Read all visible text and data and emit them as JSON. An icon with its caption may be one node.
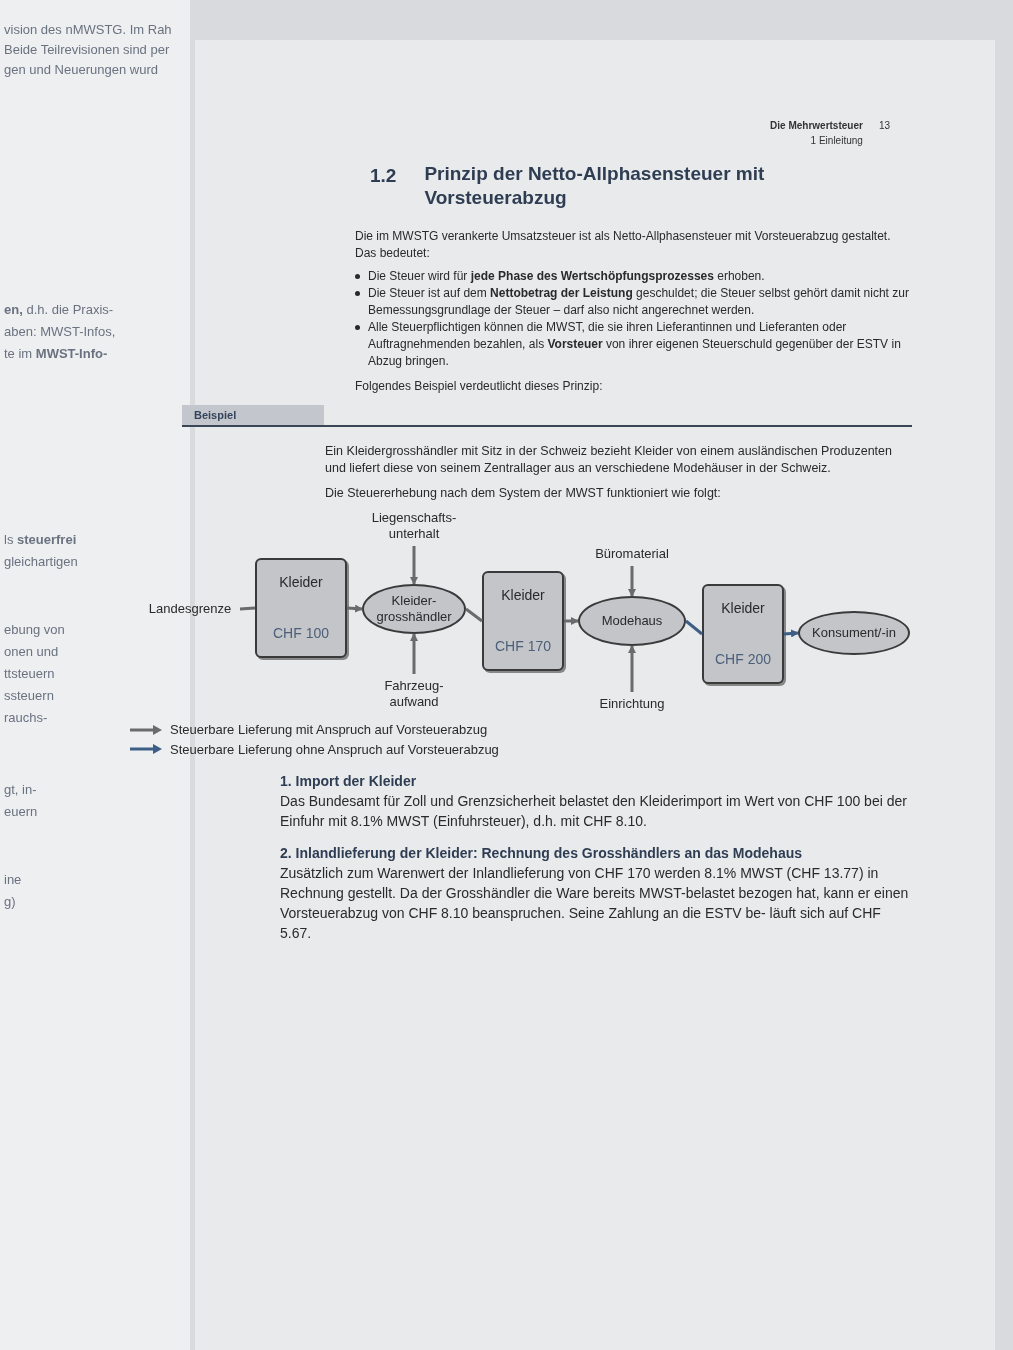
{
  "diagram": {
    "title": "Prinzip der Netto-Allphasensteuer mit Vorsteuerabzug",
    "nodes": [
      {
        "text": [
          "Landesgrenze"
        ]
      },
      {
        "text": [
          "Kleider",
          "CHF 100"
        ]
      },
      {
        "text": [
          "Kleider- grosshändler"
        ]
      },
      {
        "text": [
          "Kleider",
          "CHF 170"
        ]
      },
      {
        "text": [
          "Modehaus"
        ]
      },
      {
        "text": [
          "Kleider",
          "CHF 200"
        ]
      },
      {
        "text": [
          "Konsument/-in"
        ]
      },
      {
        "text": [
          "Liegenschafts- unterhalt"
        ]
      },
      {
        "text": [
          "Fahrzeug- aufwand"
        ]
      },
      {
        "text": [
          "Büromaterial"
        ]
      },
      {
        "text": [
          "Einrichtung"
        ]
      }
    ],
    "edges": [
      {
        "from": 0,
        "to": 1,
        "arrow": "none"
      },
      {
        "from": 1,
        "to": 2,
        "arrow": "to"
      },
      {
        "from": 2,
        "to": 3,
        "arrow": "none"
      },
      {
        "from": 3,
        "to": 4,
        "arrow": "to"
      },
      {
        "from": 4,
        "to": 5,
        "arrow": "none",
        "color": "#3d5f86"
      },
      {
        "from": 5,
        "to": 6,
        "arrow": "to",
        "color": "#3d5f86"
      },
      {
        "from": 7,
        "to": 2,
        "arrow": "to"
      },
      {
        "from": 8,
        "to": 2,
        "arrow": "to"
      },
      {
        "from": 9,
        "to": 4,
        "arrow": "to"
      },
      {
        "from": 10,
        "to": 4,
        "arrow": "to"
      }
    ],
    "labels": [
      "vision des nMWSTG. Im Rah",
      "Beide Teilrevisionen sind per",
      "gen und Neuerungen wurd",
      "**en,** d.h. die Praxis-",
      "aben: MWST-Infos,",
      "te im **MWST-Info-**",
      "ls **steuerfrei**",
      "gleichartigen",
      "ebung von",
      "onen und",
      "ttsteuern",
      "ssteuern",
      "rauchs-",
      "gt, in-",
      "euern",
      "ine",
      "g)",
      "Die Mehrwertsteuer",
      "1 Einleitung",
      "13",
      "1.2",
      "Die im MWSTG verankerte Umsatzsteuer ist als Netto-Allphasensteuer mit Vorsteuerabzug gestaltet. Das bedeutet:",
      "Die Steuer wird für **jede Phase des Wertschöpfungsprozesses** erhoben.",
      "Die Steuer ist auf dem **Nettobetrag der Leistung** geschuldet; die Steuer selbst gehört damit nicht zur Bemessungsgrundlage der Steuer – darf also nicht angerechnet werden.",
      "Alle Steuerpflichtigen können die MWST, die sie ihren Lieferantinnen und Lieferanten oder Auftragnehmenden bezahlen, als **Vorsteuer** von ihrer eigenen Steuerschuld gegenüber der ESTV in Abzug bringen.",
      "Folgendes Beispiel verdeutlicht dieses Prinzip:",
      "Beispiel",
      "Ein Kleidergrosshändler mit Sitz in der Schweiz bezieht Kleider von einem ausländischen Produzenten und liefert diese von seinem Zentrallager aus an verschiedene Modehäuser in der Schweiz.",
      "Die Steuererhebung nach dem System der MWST funktioniert wie folgt:",
      "1. Import der Kleider",
      "Das Bundesamt für Zoll und Grenzsicherheit belastet den Kleiderimport im Wert von CHF 100 bei der Einfuhr mit 8.1% MWST (Einfuhrsteuer), d.h. mit CHF 8.10.",
      "2. Inlandlieferung der Kleider: Rechnung des Grosshändlers an das Modehaus",
      "Zusätzlich zum Warenwert der Inlandlieferung von CHF 170 werden 8.1% MWST (CHF 13.77) in Rechnung gestellt. Da der Grosshändler die Ware bereits MWST-belastet bezogen hat, kann er einen Vorsteuerabzug von CHF 8.10 beanspruchen. Seine Zahlung an die ESTV be- läuft sich auf CHF 5.67."
    ],
    "legend": [
      {
        "text": "Steuerbare Lieferung mit Anspruch auf Vorsteuerabzug"
      },
      {
        "text": "Steuerbare Lieferung ohne Anspruch auf Vorsteuerabzug"
      }
    ]
  }
}
